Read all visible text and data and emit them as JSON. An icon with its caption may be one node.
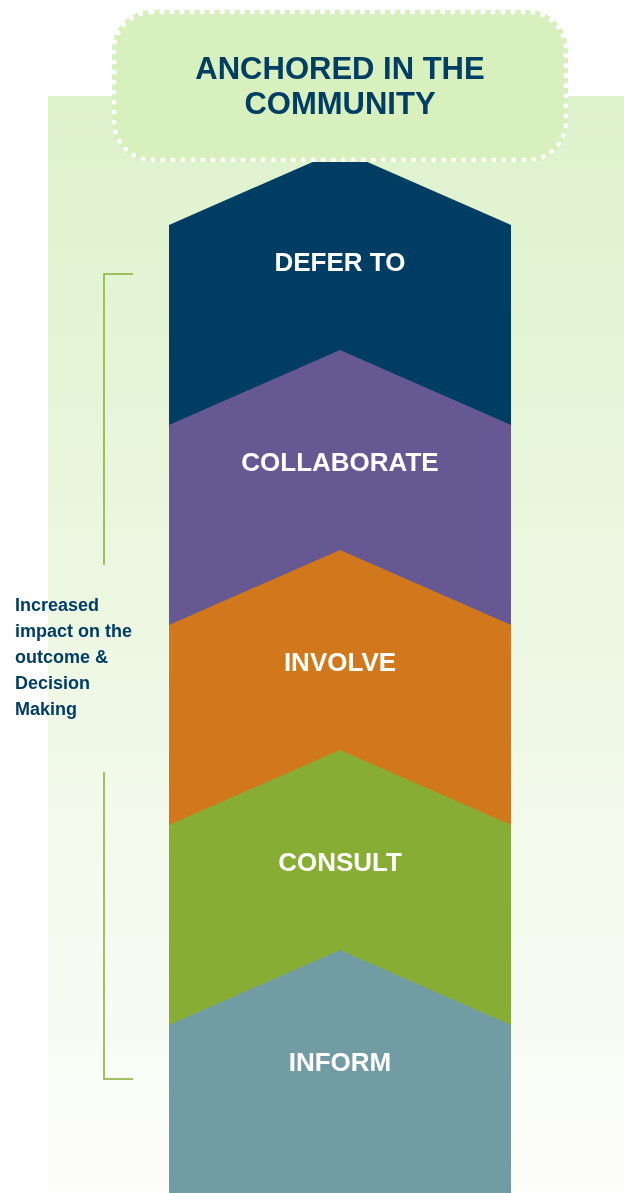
{
  "diagram": {
    "nodes": [
      {
        "text": [
          "ANCHORED IN THE COMMUNITY"
        ]
      },
      {
        "text": [
          "DEFER TO"
        ]
      },
      {
        "text": [
          "COLLABORATE"
        ]
      },
      {
        "text": [
          "INVOLVE"
        ]
      },
      {
        "text": [
          "CONSULT"
        ]
      },
      {
        "text": [
          "INFORM"
        ]
      }
    ],
    "labels": [
      "Increased impact on the outcome & Decision Making"
    ]
  }
}
